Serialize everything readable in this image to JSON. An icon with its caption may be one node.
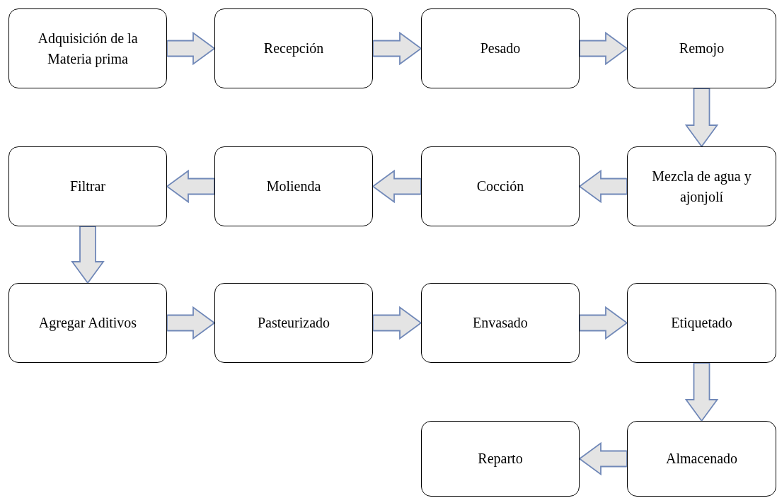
{
  "diagram": {
    "nodes": [
      {
        "text": [
          "Adquisición de la Materia prima"
        ]
      },
      {
        "text": [
          "Recepción"
        ]
      },
      {
        "text": [
          "Pesado"
        ]
      },
      {
        "text": [
          "Remojo"
        ]
      },
      {
        "text": [
          "Mezcla de agua y ajonjolí"
        ]
      },
      {
        "text": [
          "Cocción"
        ]
      },
      {
        "text": [
          "Molienda"
        ]
      },
      {
        "text": [
          "Filtrar"
        ]
      },
      {
        "text": [
          "Agregar Aditivos"
        ]
      },
      {
        "text": [
          "Pasteurizado"
        ]
      },
      {
        "text": [
          "Envasado"
        ]
      },
      {
        "text": [
          "Etiquetado"
        ]
      },
      {
        "text": [
          "Almacenado"
        ]
      },
      {
        "text": [
          "Reparto"
        ]
      }
    ],
    "edges": [
      {
        "from": 0,
        "to": 1,
        "arrow": "to"
      },
      {
        "from": 1,
        "to": 2,
        "arrow": "to"
      },
      {
        "from": 2,
        "to": 3,
        "arrow": "to"
      },
      {
        "from": 3,
        "to": 4,
        "arrow": "to"
      },
      {
        "from": 4,
        "to": 5,
        "arrow": "to"
      },
      {
        "from": 5,
        "to": 6,
        "arrow": "to"
      },
      {
        "from": 6,
        "to": 7,
        "arrow": "to"
      },
      {
        "from": 7,
        "to": 8,
        "arrow": "to"
      },
      {
        "from": 8,
        "to": 9,
        "arrow": "to"
      },
      {
        "from": 9,
        "to": 10,
        "arrow": "to"
      },
      {
        "from": 10,
        "to": 11,
        "arrow": "to"
      },
      {
        "from": 11,
        "to": 12,
        "arrow": "to"
      },
      {
        "from": 12,
        "to": 13,
        "arrow": "to"
      }
    ]
  }
}
